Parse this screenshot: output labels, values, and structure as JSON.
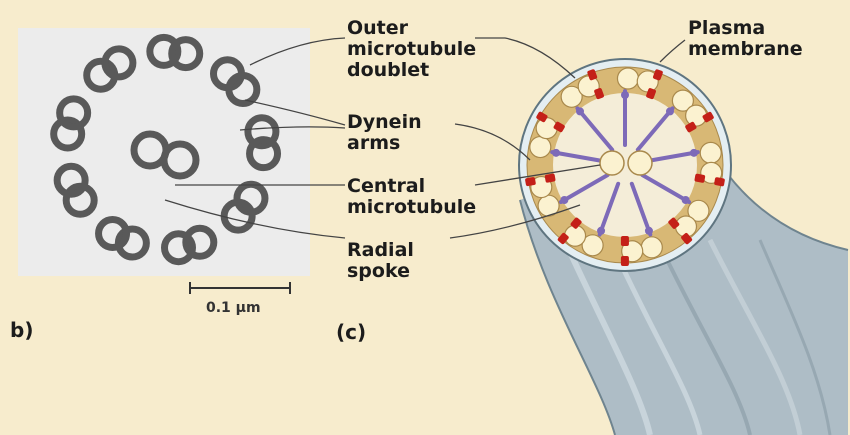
{
  "panels": {
    "b": "b)",
    "c": "(c)"
  },
  "scale_bar": {
    "label": "0.1 µm"
  },
  "labels": {
    "outer_doublet": [
      "Outer",
      "microtubule",
      "doublet"
    ],
    "dynein_arms": [
      "Dynein",
      "arms"
    ],
    "central_microtubule": [
      "Central",
      "microtubule"
    ],
    "radial_spoke": [
      "Radial",
      "spoke"
    ],
    "plasma_membrane": [
      "Plasma",
      "membrane"
    ]
  },
  "colors": {
    "background": "#f7eccd",
    "micrograph_bg": "#ececec",
    "micrograph_ring": "#595959",
    "flagellum_body": "#aebdc6",
    "flagellum_edge": "#6f848f",
    "membrane": "#e4eef2",
    "matrix": "#d8b875",
    "tubule": "#fbf2d0",
    "dynein": "#c42018",
    "spoke": "#7d6ab8",
    "leader_line": "#444444"
  }
}
